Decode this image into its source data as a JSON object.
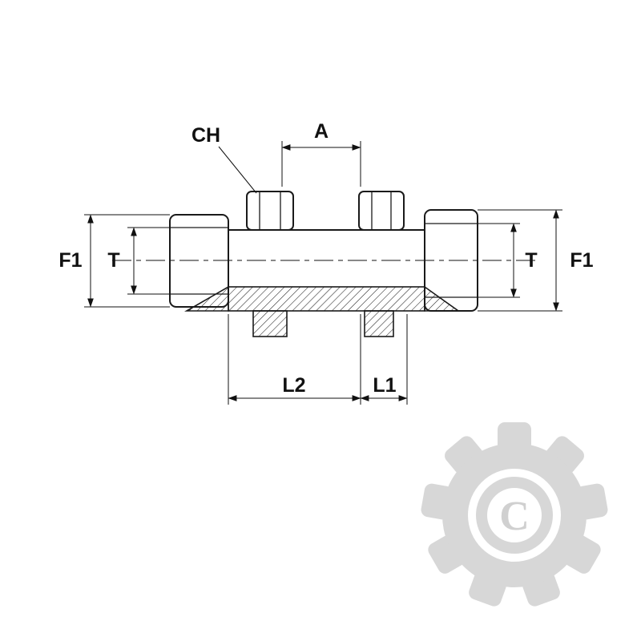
{
  "diagram": {
    "type": "technical-drawing",
    "subject": "Bulkhead straight hydraulic fitting, side view with lower half in cross-section and dimension annotations",
    "labels": {
      "hex_size": "CH",
      "dim_a": "A",
      "f1_left": "F1",
      "t_left": "T",
      "t_right": "T",
      "f1_right": "F1",
      "l2": "L2",
      "l1": "L1"
    },
    "watermark": {
      "letter": "C"
    },
    "colors": {
      "line": "#1a1a1a",
      "watermark": "#d7d7d7",
      "background": "#ffffff"
    }
  }
}
